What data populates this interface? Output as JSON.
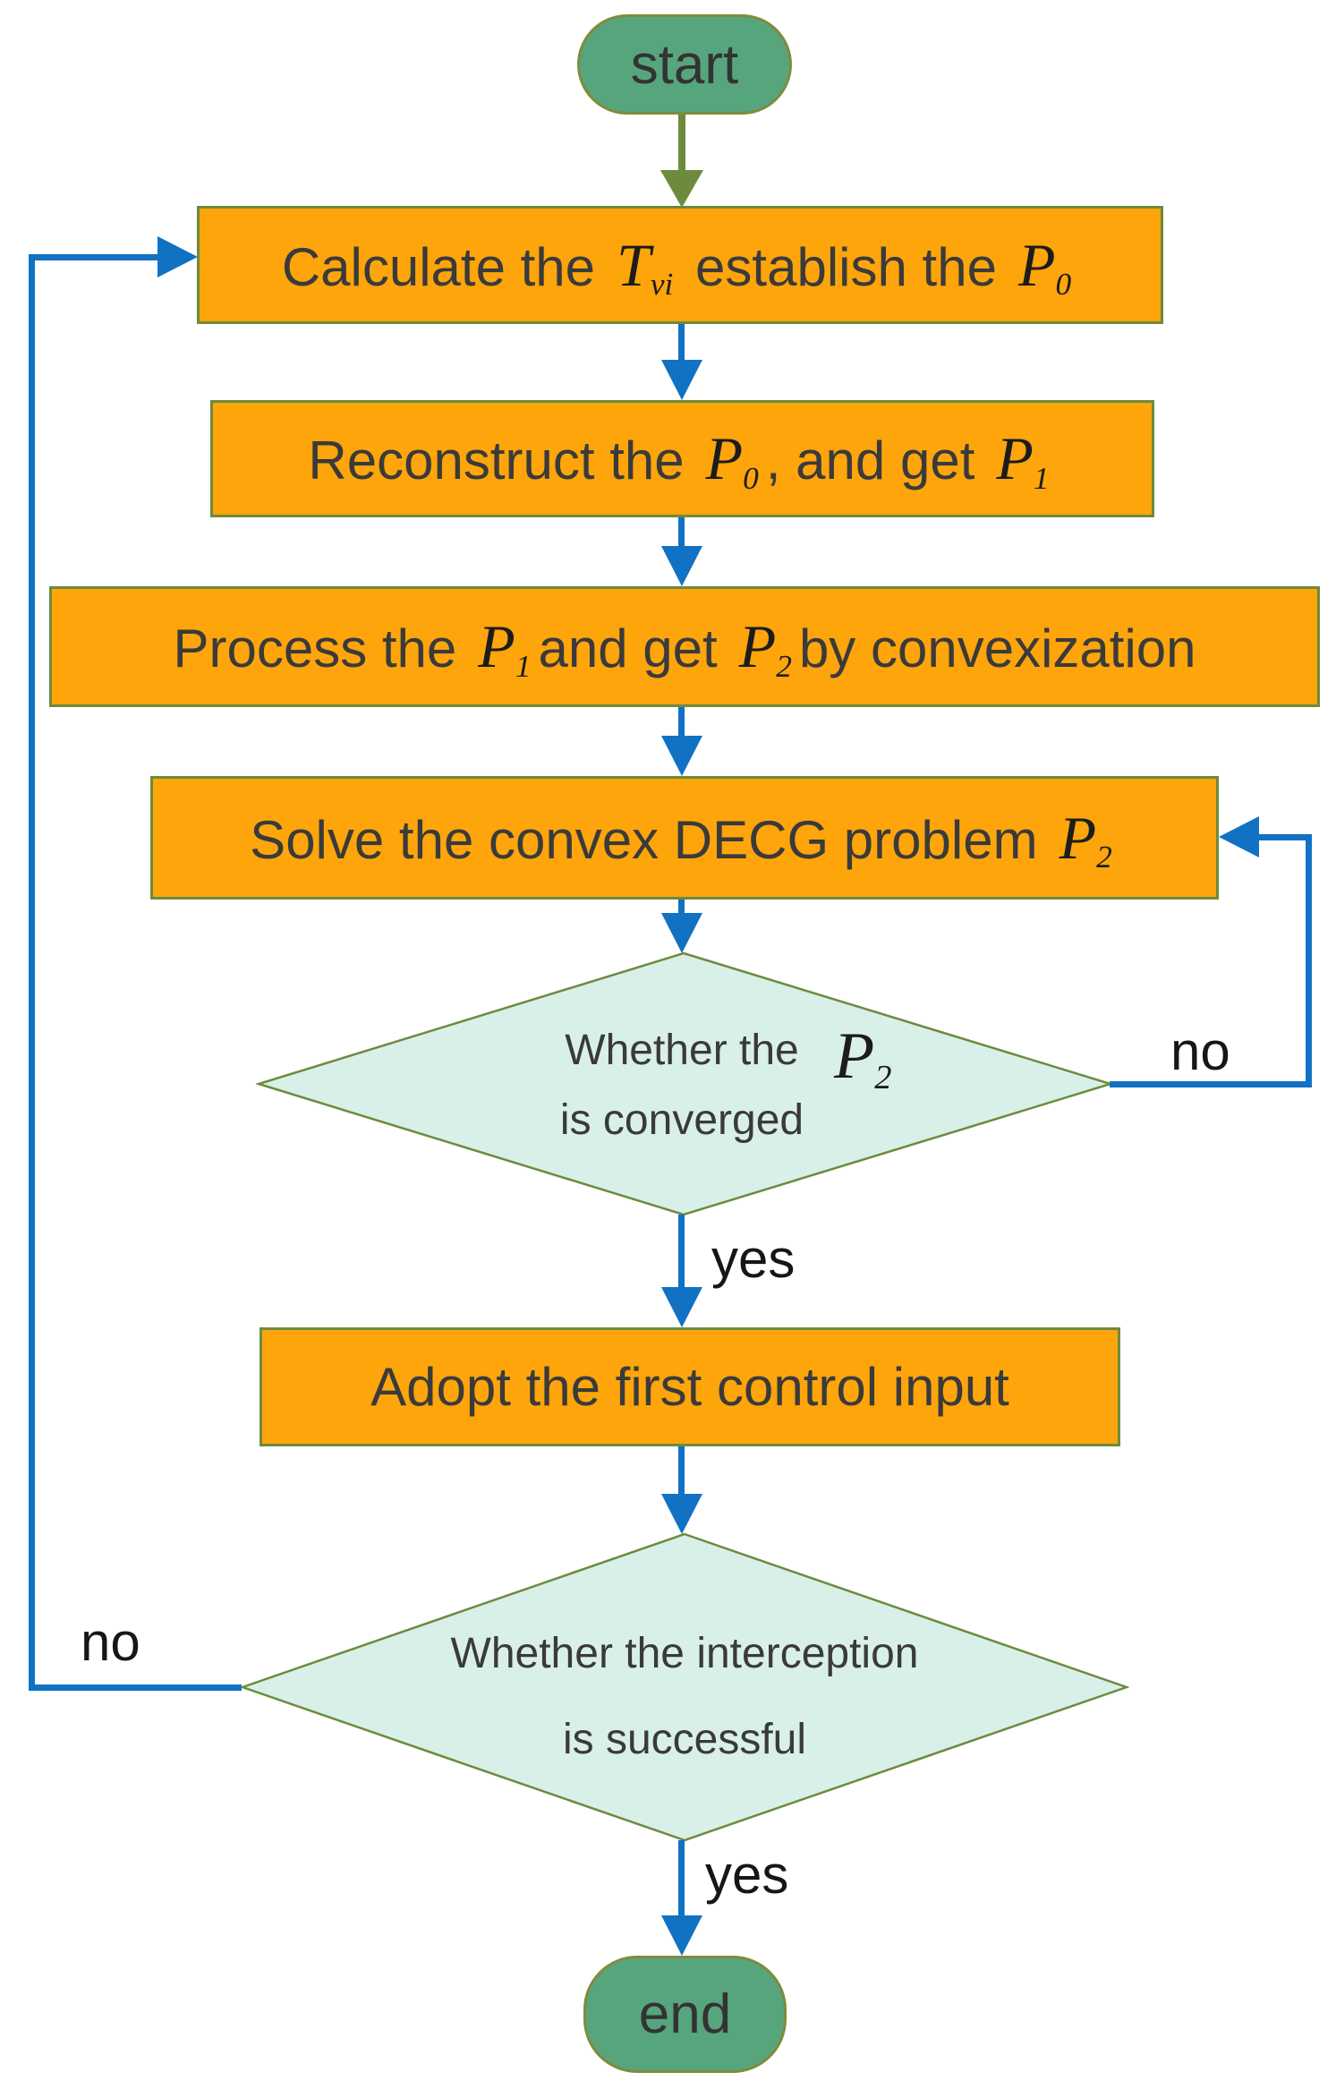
{
  "colors": {
    "process_fill": "#fda50b",
    "process_border": "#6d8b3c",
    "terminal_fill": "#57a57d",
    "terminal_border": "#7f8c3a",
    "decision_fill": "#d9f0e8",
    "decision_border": "#6d8b3c",
    "arrow_blue": "#1172c3",
    "arrow_olive": "#6e8b3d",
    "text": "#3a3a3a"
  },
  "terminals": {
    "start": "start",
    "end": "end"
  },
  "processes": {
    "calculate": {
      "segments": [
        {
          "text": "Calculate the"
        },
        {
          "math": "T",
          "sub": "vi"
        },
        {
          "text": " establish the"
        },
        {
          "math": "P",
          "sub": "0"
        }
      ]
    },
    "reconstruct": {
      "segments": [
        {
          "text": "Reconstruct the"
        },
        {
          "math": "P",
          "sub": "0"
        },
        {
          "text": ", and get"
        },
        {
          "math": "P",
          "sub": "1"
        }
      ]
    },
    "convexization": {
      "segments": [
        {
          "text": "Process the"
        },
        {
          "math": "P",
          "sub": "1"
        },
        {
          "text": "and get"
        },
        {
          "math": "P",
          "sub": "2"
        },
        {
          "text": "by convexization"
        }
      ]
    },
    "solve": {
      "segments": [
        {
          "text": "Solve the convex DECG problem"
        },
        {
          "math": "P",
          "sub": "2"
        }
      ]
    },
    "adopt": {
      "segments": [
        {
          "text": "Adopt the first control input"
        }
      ]
    }
  },
  "decisions": {
    "converged": {
      "line1": "Whether the",
      "line2": "is converged",
      "math": "P",
      "sub": "2"
    },
    "interception": {
      "line1": "Whether the interception",
      "line2": "is successful"
    }
  },
  "edge_labels": {
    "converged_yes": "yes",
    "converged_no": "no",
    "interception_yes": "yes",
    "interception_no": "no"
  }
}
